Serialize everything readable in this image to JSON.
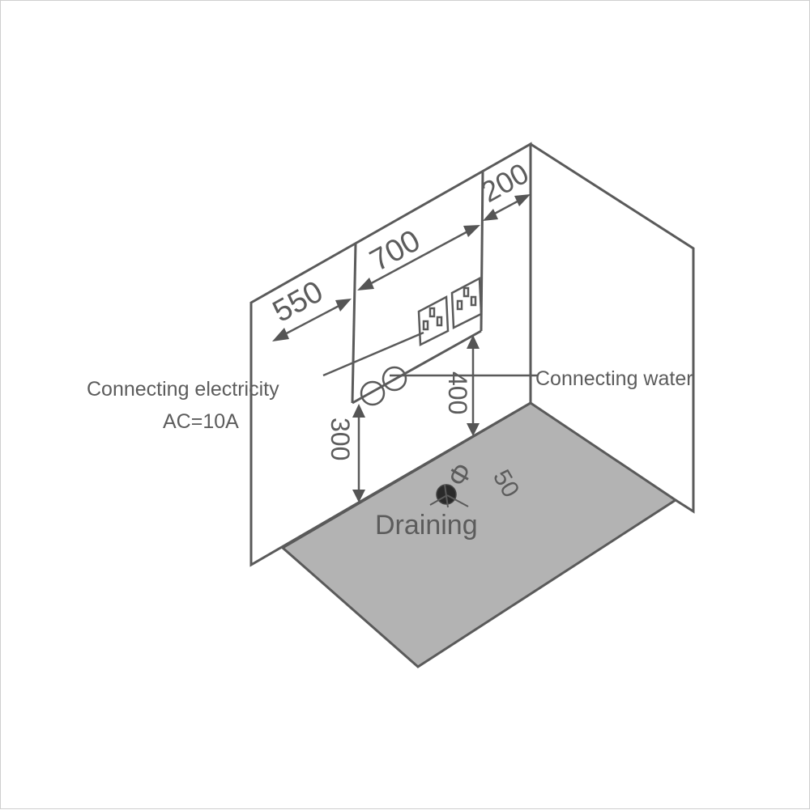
{
  "diagram": {
    "type": "shower-cabin-installation-diagram",
    "colors": {
      "line": "#5a5a5a",
      "floor_fill": "#b3b3b3",
      "text": "#5c5c5c",
      "background": "#ffffff"
    },
    "dimensions": {
      "d550": "550",
      "d700": "700",
      "d200": "200",
      "d400": "400",
      "d300": "300",
      "drain_diameter": "Φ 50",
      "drain_diameter_symbol": "Φ",
      "drain_diameter_value": "50"
    },
    "labels": {
      "electricity_line1": "Connecting electricity",
      "electricity_line2": "AC=10A",
      "water": "Connecting water",
      "draining": "Draining"
    },
    "icons": [
      "power-socket-icon",
      "power-socket-icon",
      "water-inlet-icon",
      "water-inlet-icon",
      "drain-icon"
    ]
  }
}
